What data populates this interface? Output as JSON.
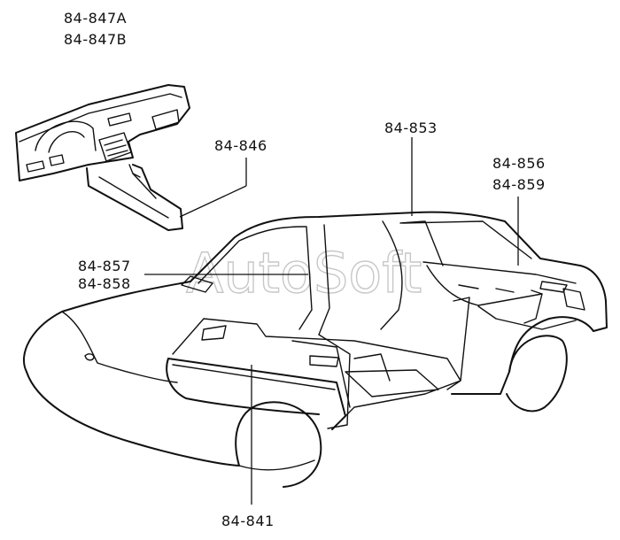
{
  "labels": {
    "dash_a": "84-847A",
    "dash_b": "84-847B",
    "console": "84-846",
    "headliner": "84-853",
    "shelf_a": "84-856",
    "shelf_b": "84-859",
    "pillar_a": "84-857",
    "pillar_b": "84-858",
    "floor": "84-841"
  },
  "watermark": "AutoSoft"
}
